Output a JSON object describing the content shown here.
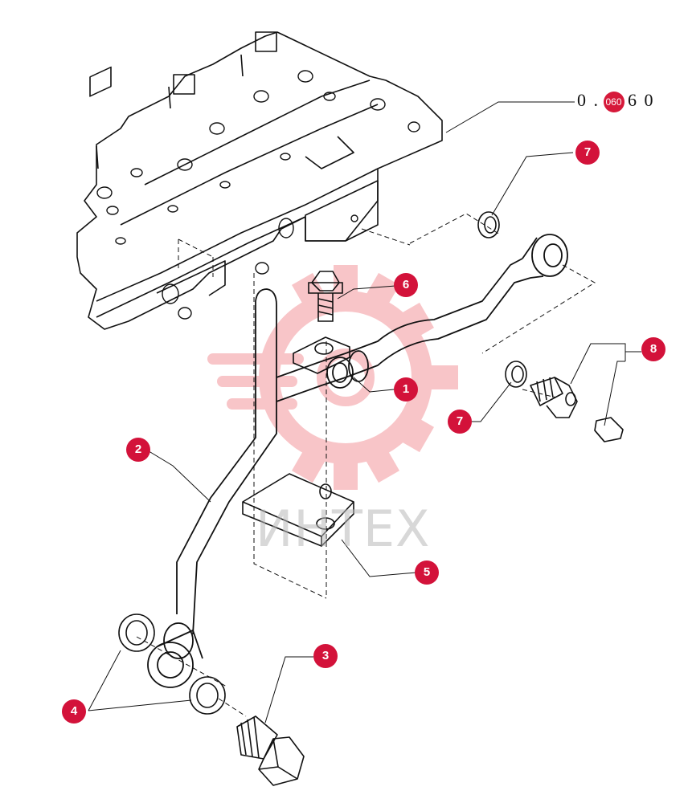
{
  "reference_code": {
    "prefix": "0 .",
    "highlight": "060",
    "suffix": "6 0"
  },
  "watermark": {
    "text": "ИНТЕХ",
    "color": "#e8343e"
  },
  "callout_color": "#d3123a",
  "callouts": [
    {
      "id": "c1",
      "label": "1"
    },
    {
      "id": "c2",
      "label": "2"
    },
    {
      "id": "c3",
      "label": "3"
    },
    {
      "id": "c4",
      "label": "4"
    },
    {
      "id": "c5",
      "label": "5"
    },
    {
      "id": "c6",
      "label": "6"
    },
    {
      "id": "c7a",
      "label": "7"
    },
    {
      "id": "c7b",
      "label": "7"
    },
    {
      "id": "c8",
      "label": "8"
    }
  ]
}
